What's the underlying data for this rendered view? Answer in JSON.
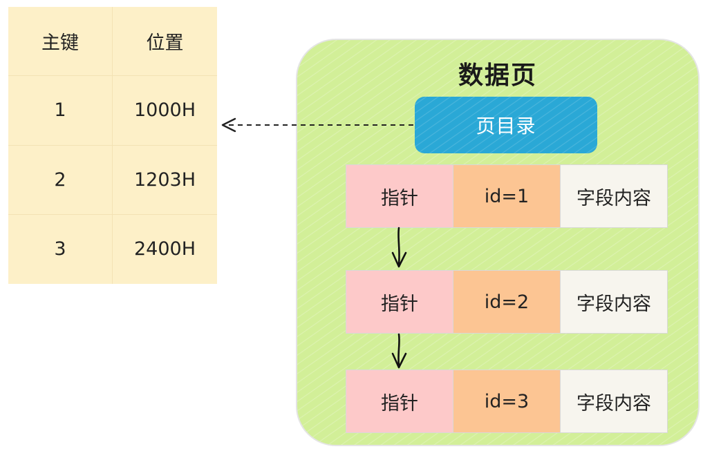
{
  "directory": {
    "headers": [
      "主键",
      "位置"
    ],
    "rows": [
      [
        "1",
        "1000H"
      ],
      [
        "2",
        "1203H"
      ],
      [
        "3",
        "2400H"
      ]
    ]
  },
  "data_page": {
    "title": "数据页",
    "page_directory_label": "页目录",
    "records": [
      {
        "pointer": "指针",
        "id": "id=1",
        "content": "字段内容"
      },
      {
        "pointer": "指针",
        "id": "id=2",
        "content": "字段内容"
      },
      {
        "pointer": "指针",
        "id": "id=3",
        "content": "字段内容"
      }
    ]
  },
  "colors": {
    "directory_bg": "#fdf0c8",
    "page_bg": "#d2ef98",
    "page_directory_bg": "#2aa8d6",
    "pointer_bg": "#fdc9c9",
    "id_bg": "#fcc593",
    "content_bg": "#f7f5ee"
  }
}
